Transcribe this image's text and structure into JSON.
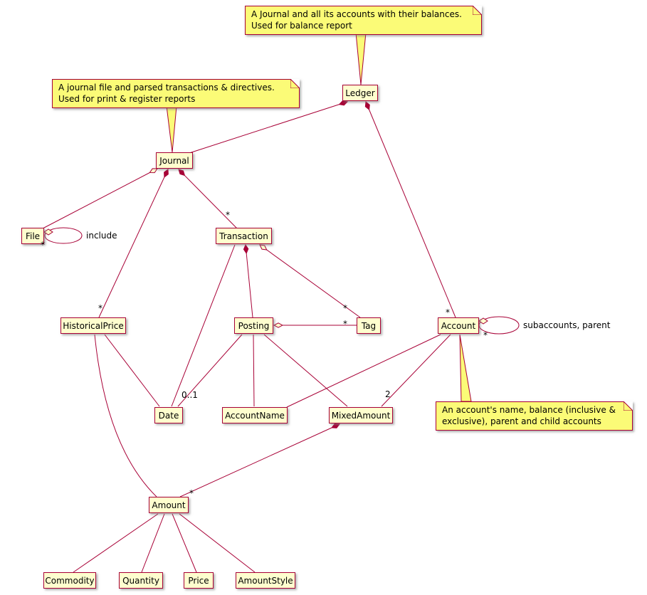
{
  "diagram": {
    "type": "uml-class-diagram",
    "colors": {
      "background": "#FFFFFF",
      "class_fill": "#FEFECE",
      "class_border": "#A80036",
      "note_fill": "#FBFB77",
      "note_border": "#A80036",
      "line": "#A80036",
      "text": "#000000"
    },
    "classes": [
      {
        "label": "Ledger"
      },
      {
        "label": "Journal"
      },
      {
        "label": "File"
      },
      {
        "label": "Transaction"
      },
      {
        "label": "HistoricalPrice"
      },
      {
        "label": "Posting"
      },
      {
        "label": "Tag"
      },
      {
        "label": "Account"
      },
      {
        "label": "Date"
      },
      {
        "label": "AccountName"
      },
      {
        "label": "MixedAmount"
      },
      {
        "label": "Amount"
      },
      {
        "label": "Commodity"
      },
      {
        "label": "Quantity"
      },
      {
        "label": "Price"
      },
      {
        "label": "AmountStyle"
      }
    ],
    "notes": [
      {
        "target": "Ledger",
        "lines": [
          "A Journal and all its accounts with their balances.",
          "Used for balance report"
        ]
      },
      {
        "target": "Journal",
        "lines": [
          "A journal file and parsed transactions & directives.",
          "Used for print & register reports"
        ]
      },
      {
        "target": "Account",
        "lines": [
          "An account's name, balance (inclusive &",
          "exclusive), parent and child accounts"
        ]
      }
    ],
    "edge_labels": [
      {
        "edge": "file-include",
        "text": "include"
      },
      {
        "edge": "account-self",
        "text": "subaccounts, parent"
      },
      {
        "edge": "file-include-mult",
        "text": "*"
      },
      {
        "edge": "journal-transaction",
        "text": "*"
      },
      {
        "edge": "journal-historicalprice",
        "text": "*"
      },
      {
        "edge": "ledger-account",
        "text": "*"
      },
      {
        "edge": "account-self-mult",
        "text": "*"
      },
      {
        "edge": "transaction-tag",
        "text": "*"
      },
      {
        "edge": "posting-tag",
        "text": "*"
      },
      {
        "edge": "posting-date",
        "text": "0..1"
      },
      {
        "edge": "account-mixedamount",
        "text": "2"
      },
      {
        "edge": "mixedamount-amount",
        "text": "*"
      }
    ],
    "relationships": [
      {
        "from": "Ledger",
        "to": "Journal",
        "type": "composition"
      },
      {
        "from": "Ledger",
        "to": "Account",
        "type": "composition",
        "multiplicity": "*"
      },
      {
        "from": "Journal",
        "to": "File",
        "type": "aggregation"
      },
      {
        "from": "File",
        "to": "File",
        "type": "aggregation",
        "multiplicity": "*",
        "label": "include"
      },
      {
        "from": "Journal",
        "to": "Transaction",
        "type": "composition",
        "multiplicity": "*"
      },
      {
        "from": "Journal",
        "to": "HistoricalPrice",
        "type": "composition",
        "multiplicity": "*"
      },
      {
        "from": "Transaction",
        "to": "Posting",
        "type": "composition"
      },
      {
        "from": "Transaction",
        "to": "Tag",
        "type": "aggregation",
        "multiplicity": "*"
      },
      {
        "from": "Transaction",
        "to": "Date",
        "type": "association"
      },
      {
        "from": "Posting",
        "to": "Tag",
        "type": "aggregation",
        "multiplicity": "*"
      },
      {
        "from": "Posting",
        "to": "Date",
        "type": "association",
        "multiplicity": "0..1"
      },
      {
        "from": "Posting",
        "to": "AccountName",
        "type": "association"
      },
      {
        "from": "Posting",
        "to": "MixedAmount",
        "type": "association"
      },
      {
        "from": "Account",
        "to": "Account",
        "type": "aggregation",
        "multiplicity": "*",
        "label": "subaccounts, parent"
      },
      {
        "from": "Account",
        "to": "AccountName",
        "type": "association"
      },
      {
        "from": "Account",
        "to": "MixedAmount",
        "type": "association",
        "multiplicity": "2"
      },
      {
        "from": "HistoricalPrice",
        "to": "Date",
        "type": "association"
      },
      {
        "from": "HistoricalPrice",
        "to": "Amount",
        "type": "association"
      },
      {
        "from": "MixedAmount",
        "to": "Amount",
        "type": "composition",
        "multiplicity": "*"
      },
      {
        "from": "Amount",
        "to": "Commodity",
        "type": "association"
      },
      {
        "from": "Amount",
        "to": "Quantity",
        "type": "association"
      },
      {
        "from": "Amount",
        "to": "Price",
        "type": "association"
      },
      {
        "from": "Amount",
        "to": "AmountStyle",
        "type": "association"
      }
    ]
  }
}
